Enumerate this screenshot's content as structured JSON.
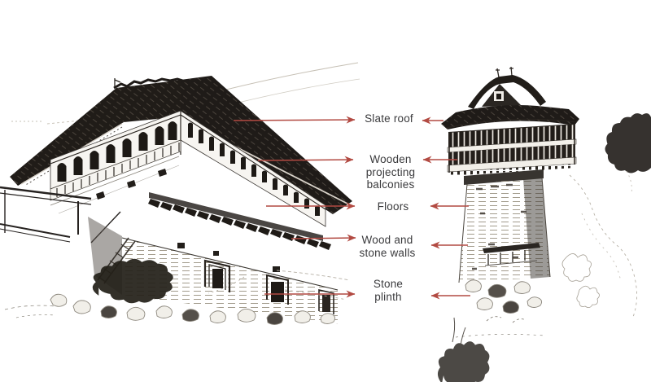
{
  "background_color": "#ffffff",
  "arrow_color": "#b24a42",
  "label_color": "#3a3a3c",
  "ink_color": "#221e1a",
  "figures": {
    "left_alt": "Ink sketch: two-storey wood-and-stone building with arched wooden balcony under a large slate roof, stone plinth below",
    "right_alt": "Ink sketch: tall tower with pagoda roof, projecting wooden gallery and banded wood-and-stone shaft"
  },
  "annotations": [
    {
      "name": "slate-roof",
      "lines": [
        "Slate roof"
      ]
    },
    {
      "name": "wooden-projecting-balconies",
      "lines": [
        "Wooden",
        "projecting",
        "balconies"
      ]
    },
    {
      "name": "floors",
      "lines": [
        "Floors"
      ]
    },
    {
      "name": "wood-and-stone-walls",
      "lines": [
        "Wood and",
        "stone walls"
      ]
    },
    {
      "name": "stone-plinth",
      "lines": [
        "Stone",
        "plinth"
      ]
    }
  ]
}
